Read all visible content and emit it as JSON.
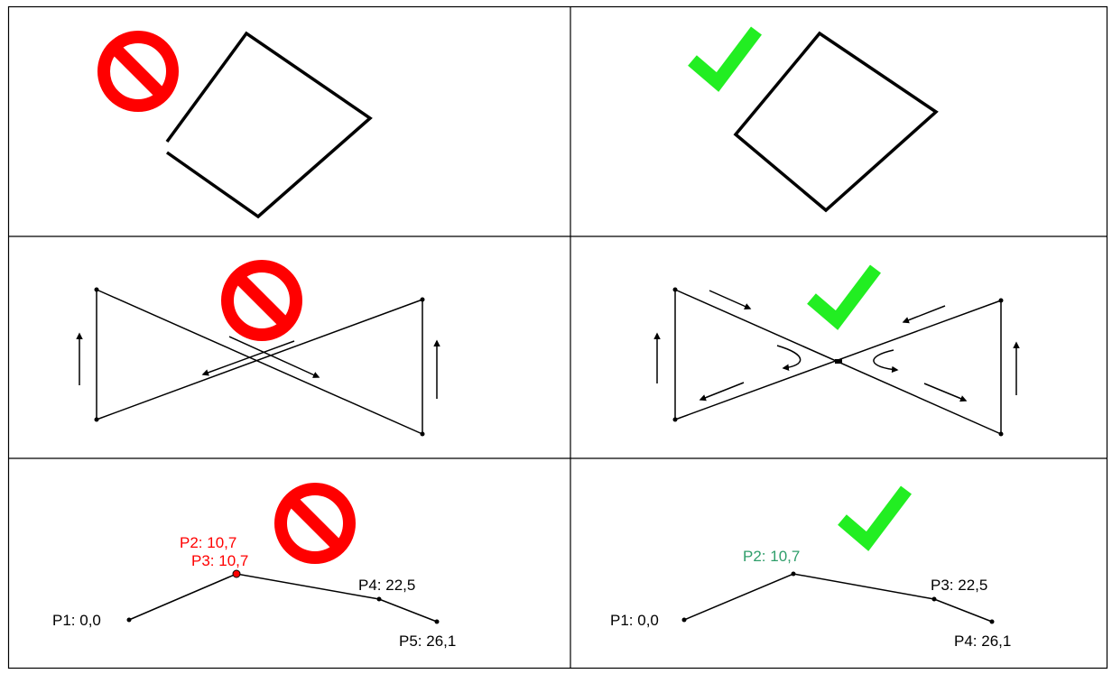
{
  "colors": {
    "prohibited": "#ff0000",
    "allowed": "#22ee22",
    "duplicate_label": "#ff0000",
    "fixed_label": "#2e9e6a",
    "line": "#000000"
  },
  "cells": {
    "r1_left": {
      "status_icon": "no-entry-icon"
    },
    "r1_right": {
      "status_icon": "checkmark-icon"
    },
    "r2_left": {
      "status_icon": "no-entry-icon"
    },
    "r2_right": {
      "status_icon": "checkmark-icon"
    },
    "r3_left": {
      "status_icon": "no-entry-icon",
      "labels": {
        "p1": "P1: 0,0",
        "p2": "P2: 10,7",
        "p3": "P3: 10,7",
        "p4": "P4: 22,5",
        "p5": "P5: 26,1"
      }
    },
    "r3_right": {
      "status_icon": "checkmark-icon",
      "labels": {
        "p1": "P1: 0,0",
        "p2": "P2: 10,7",
        "p3": "P3: 22,5",
        "p4": "P4: 26,1"
      }
    }
  }
}
